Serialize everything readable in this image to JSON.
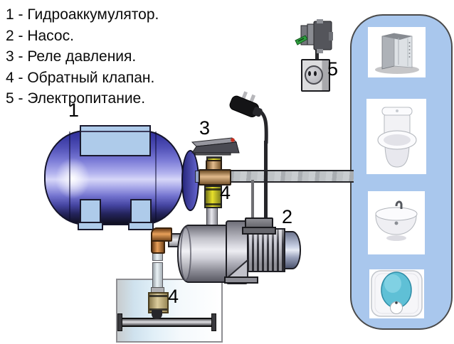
{
  "legend": {
    "items": [
      "1 - Гидроаккумулятор.",
      "2 - Насос.",
      "3 - Реле давления.",
      "4 - Обратный клапан.",
      "5 - Электропитание."
    ]
  },
  "callouts": {
    "tank": "1",
    "pump": "2",
    "pressure_relay": "3",
    "check_valve_upper": "4",
    "check_valve_well": "4",
    "power_supply": "5"
  },
  "fixtures": [
    {
      "icon": "shower-cabin-icon"
    },
    {
      "icon": "toilet-icon"
    },
    {
      "icon": "washbasin-icon"
    },
    {
      "icon": "water-heater-icon"
    }
  ],
  "colors": {
    "tank_blue": "#5656bc",
    "panel_blue": "#a9c7ed",
    "brass": "#e2ba8c",
    "valve_yellow": "#e8e02a",
    "copper": "#e8a05a",
    "breaker_green": "#2e9e3e",
    "heater_teal": "#5fc0d6",
    "pipe_gray": "#b7bbbe"
  }
}
